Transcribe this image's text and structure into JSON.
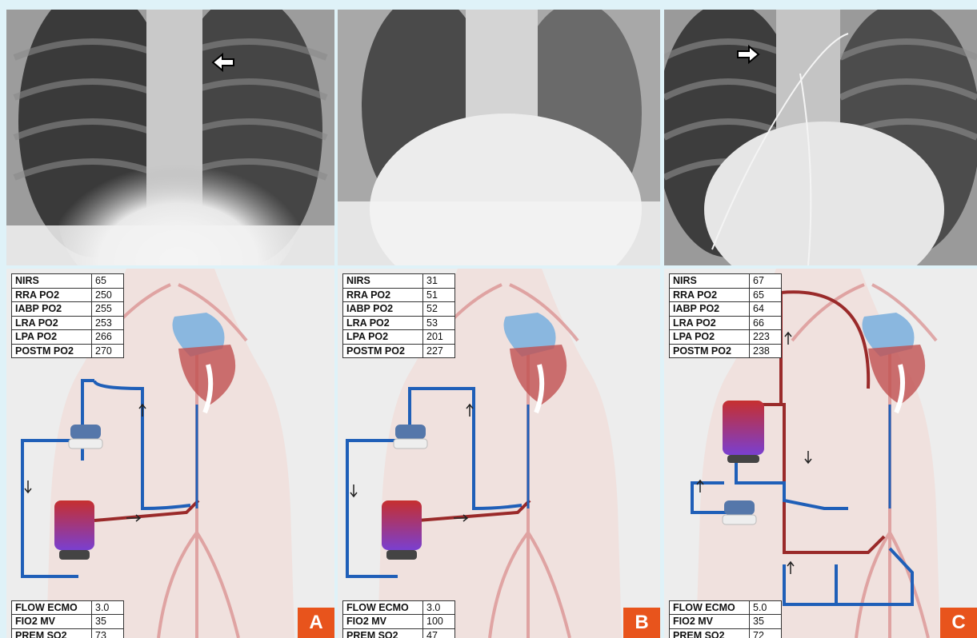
{
  "panels": [
    {
      "letter": "A",
      "top_table": [
        {
          "label": "NIRS",
          "value": "65"
        },
        {
          "label": "RRA PO2",
          "value": "250"
        },
        {
          "label": "IABP PO2",
          "value": "255"
        },
        {
          "label": "LRA PO2",
          "value": "253"
        },
        {
          "label": "LPA PO2",
          "value": "266"
        },
        {
          "label": "POSTM PO2",
          "value": "270"
        }
      ],
      "bottom_table": [
        {
          "label": "FLOW ECMO",
          "value": "3.0"
        },
        {
          "label": "FIO2 MV",
          "value": "35"
        },
        {
          "label": "PREM SO2",
          "value": "73"
        }
      ]
    },
    {
      "letter": "B",
      "top_table": [
        {
          "label": "NIRS",
          "value": "31"
        },
        {
          "label": "RRA PO2",
          "value": "51"
        },
        {
          "label": "IABP PO2",
          "value": "52"
        },
        {
          "label": "LRA PO2",
          "value": "53"
        },
        {
          "label": "LPA PO2",
          "value": "201"
        },
        {
          "label": "POSTM PO2",
          "value": "227"
        }
      ],
      "bottom_table": [
        {
          "label": "FLOW ECMO",
          "value": "3.0"
        },
        {
          "label": "FIO2 MV",
          "value": "100"
        },
        {
          "label": "PREM SO2",
          "value": "47"
        }
      ]
    },
    {
      "letter": "C",
      "top_table": [
        {
          "label": "NIRS",
          "value": "67"
        },
        {
          "label": "RRA PO2",
          "value": "65"
        },
        {
          "label": "IABP PO2",
          "value": "64"
        },
        {
          "label": "LRA PO2",
          "value": "66"
        },
        {
          "label": "LPA PO2",
          "value": "223"
        },
        {
          "label": "POSTM PO2",
          "value": "238"
        }
      ],
      "bottom_table": [
        {
          "label": "FLOW ECMO",
          "value": "5.0"
        },
        {
          "label": "FIO2 MV",
          "value": "35"
        },
        {
          "label": "PREM SO2",
          "value": "72"
        }
      ]
    }
  ],
  "colors": {
    "background": "#dff2f8",
    "venous": "#1f5fb8",
    "arterial": "#9a2a2a",
    "label_badge": "#e8541c"
  },
  "icons": [
    "arrow-left-icon",
    "arrow-right-icon",
    "ecmo-pump-icon",
    "oxygenator-icon",
    "flow-arrow-icon"
  ]
}
